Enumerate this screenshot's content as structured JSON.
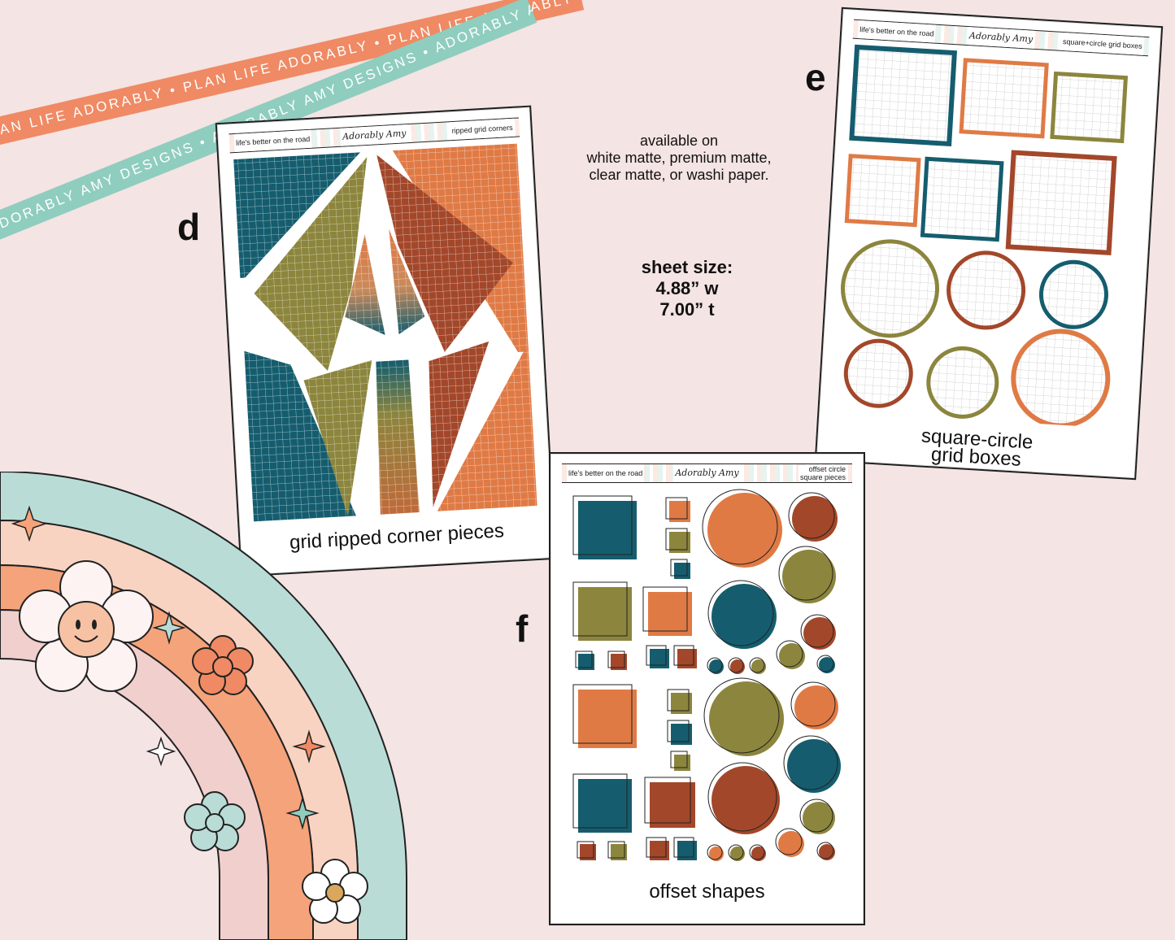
{
  "ribbons": {
    "orange_text": "PLAN LIFE ADORABLY • PLAN LIFE ADORABLY • PLAN LIFE ADORABLY • PLAN LIFE ADORABLY •",
    "teal_text": "ADORABLY AMY DESIGNS • ADORABLY AMY DESIGNS • ADORABLY AMY DESIGNS • ADORABLY AMY DESIGNS •"
  },
  "info": {
    "line1": "available on",
    "line2": "white matte, premium matte,",
    "line3": "clear matte, or washi paper."
  },
  "size": {
    "label": "sheet size:",
    "width": "4.88” w",
    "height": "7.00” t"
  },
  "sheets": {
    "d": {
      "letter": "d",
      "head_left": "life's better on the road",
      "head_logo": "Adorably Amy",
      "head_right": "ripped grid corners",
      "caption": "grid ripped corner pieces"
    },
    "e": {
      "letter": "e",
      "head_left": "life's better on the road",
      "head_logo": "Adorably Amy",
      "head_right": "square+circle grid boxes",
      "caption_line1": "square-circle",
      "caption_line2": "grid boxes"
    },
    "f": {
      "letter": "f",
      "head_left": "life's better on the road",
      "head_logo": "Adorably Amy",
      "head_right_1": "offset circle",
      "head_right_2": "square pieces",
      "caption": "offset shapes"
    }
  },
  "colors": {
    "teal": "#155d6e",
    "olive": "#8c853d",
    "orange": "#e07a45",
    "rust": "#a3472a",
    "pink": "#f4e4e3",
    "mint": "#8fcdbf",
    "peach": "#ef8a64"
  }
}
